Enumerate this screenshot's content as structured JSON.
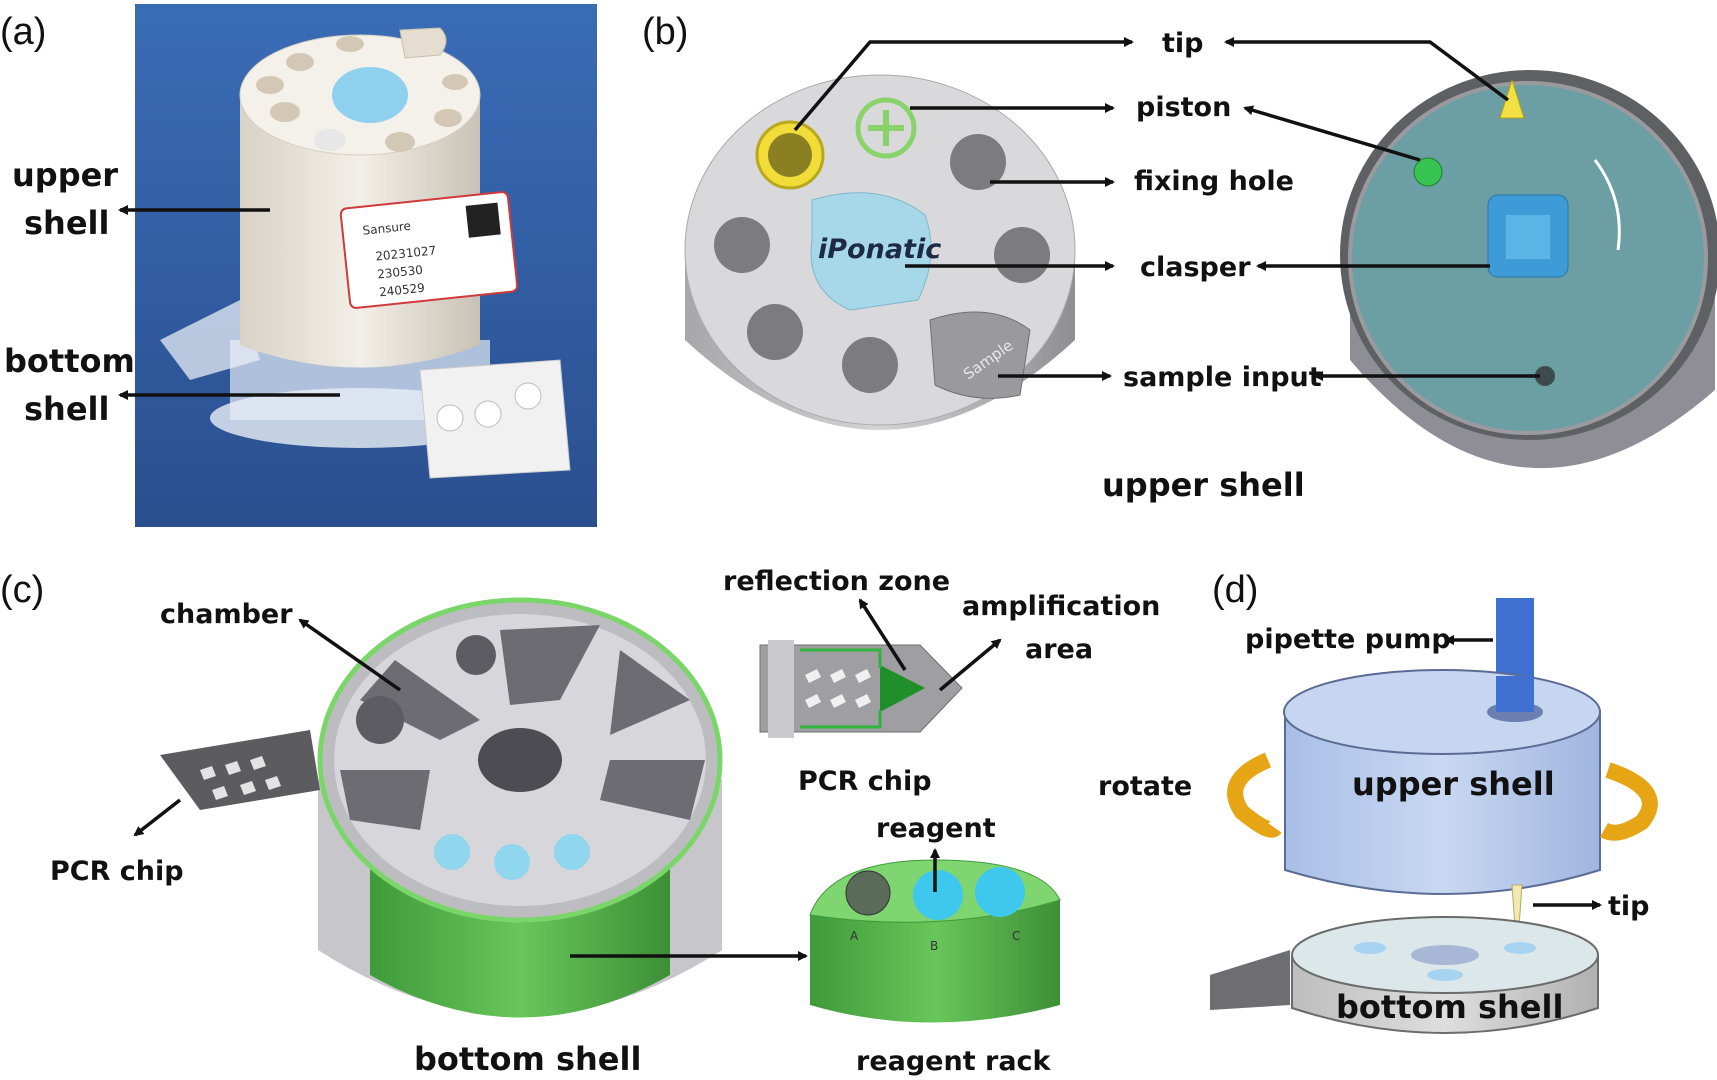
{
  "panels": {
    "a": {
      "label": "(a)",
      "upper_shell": "upper\nshell",
      "bottom_shell": "bottom\nshell",
      "sticker": {
        "brand": "Sansure",
        "line1": "20231027",
        "line2": "230530",
        "line3": "240529"
      }
    },
    "b": {
      "label": "(b)",
      "tip": "tip",
      "piston": "piston",
      "fixing_hole": "fixing hole",
      "clasper": "clasper",
      "sample_input": "sample input",
      "brand_badge": "iPonatic",
      "sample_tab": "Sample",
      "caption": "upper shell"
    },
    "c": {
      "label": "(c)",
      "chamber": "chamber",
      "pcr_chip_left": "PCR chip",
      "reflection_zone": "reflection zone",
      "amplification_area": "amplification\narea",
      "pcr_chip_right": "PCR chip",
      "reagent": "reagent",
      "reagent_rack": "reagent rack",
      "rack_slots": [
        "A",
        "B",
        "C"
      ],
      "caption": "bottom shell"
    },
    "d": {
      "label": "(d)",
      "pipette_pump": "pipette pump",
      "rotate": "rotate",
      "upper_shell": "upper shell",
      "tip": "tip",
      "bottom_shell": "bottom shell"
    }
  },
  "colors": {
    "photo_bg": "#2f5fa8",
    "shell_grey": "#c9c9cf",
    "badge_blue": "#a7d8ea",
    "teal_inner": "#6b9fa3",
    "green_rack": "#58b84a",
    "upper_cyl": "#b8ccec",
    "rotate_arrow": "#f0b323"
  }
}
